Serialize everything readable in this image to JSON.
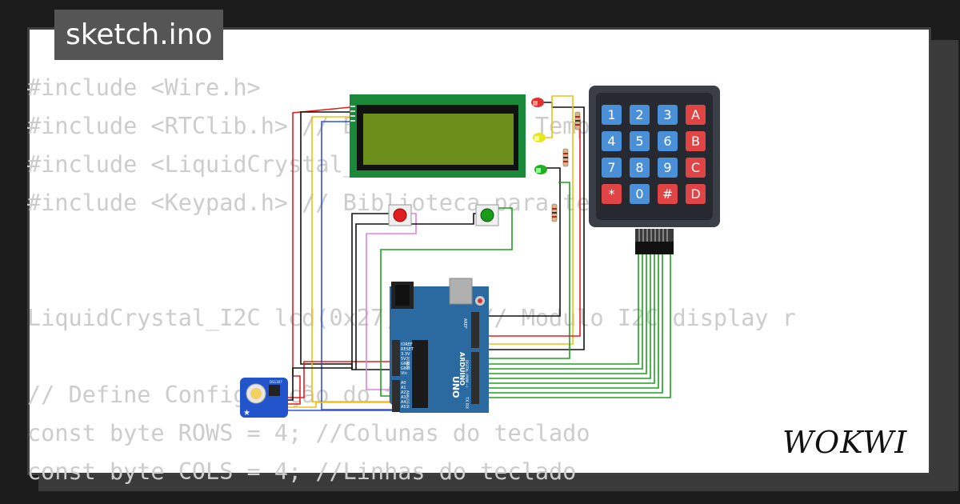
{
  "file_tab": {
    "title": "sketch.ino"
  },
  "code": {
    "lines": [
      "#include <Wire.h>",
      "#include <RTClib.h> // Biblioteca em Tempo Real",
      "#include <LiquidCrystal_I2C.h>",
      "#include <Keypad.h> // Biblioteca para teclado",
      "",
      "",
      "LiquidCrystal_I2C lcd(0x27,20,4);// Modulo I2C display r",
      "",
      "// Define Configuração do teclado",
      "const byte ROWS = 4; //Colunas do teclado",
      "const byte COLS = 4; //Linhas do teclado"
    ]
  },
  "keypad": {
    "keys": [
      [
        "1",
        "2",
        "3",
        "A"
      ],
      [
        "4",
        "5",
        "6",
        "B"
      ],
      [
        "7",
        "8",
        "9",
        "C"
      ],
      [
        "*",
        "0",
        "#",
        "D"
      ]
    ]
  },
  "arduino": {
    "logo_text": "ARDUINO",
    "model": "UNO",
    "power_pins": [
      "IOREF",
      "RESET",
      "3.3V",
      "5V",
      "GND",
      "GND",
      "Vin"
    ],
    "analog_pins": [
      "A0",
      "A1",
      "A2",
      "A3",
      "A4",
      "A5"
    ],
    "analog_header": "ANALOG IN",
    "power_header": "POWER",
    "digital_header": "DIGITAL (PWM ~)",
    "pin_tx": "TX",
    "pin_rx": "RX",
    "aref": "AREF"
  },
  "rtc": {
    "label": "DS1307"
  },
  "brand": {
    "name": "WOKWI"
  },
  "colors": {
    "background": "#1b1b1b",
    "card": "#ffffff",
    "code_text": "#cccccc",
    "lcd_pcb": "#1a8a3a",
    "lcd_screen": "#6b8f1a",
    "arduino_board": "#2a6aa0",
    "keypad_body": "#3a3f47",
    "key_blue": "#4a90d9",
    "key_red": "#e04444",
    "wire_red": "#e02020",
    "wire_black": "#111111",
    "wire_green": "#1fa01f",
    "wire_yellow": "#f0c010",
    "wire_blue": "#3050e0",
    "wire_pink": "#e080e0"
  }
}
